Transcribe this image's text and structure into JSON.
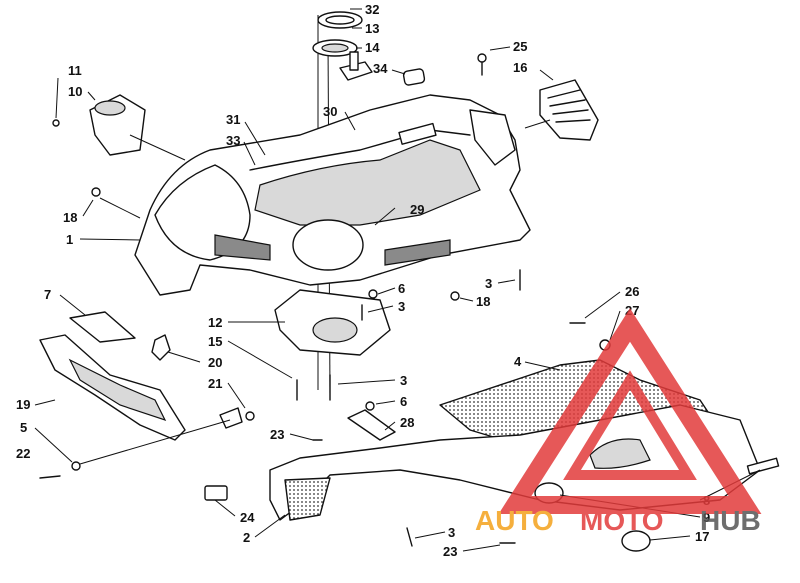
{
  "diagram": {
    "callouts": [
      "32",
      "13",
      "14",
      "34",
      "25",
      "16",
      "11",
      "10",
      "31",
      "33",
      "30",
      "18",
      "29",
      "1",
      "3",
      "18",
      "6",
      "3",
      "7",
      "12",
      "15",
      "20",
      "21",
      "3",
      "19",
      "26",
      "27",
      "4",
      "6",
      "28",
      "23",
      "5",
      "22",
      "24",
      "2",
      "3",
      "23",
      "8",
      "9",
      "17"
    ]
  },
  "watermark": {
    "text_a": "AUTO",
    "text_b": "MOTO",
    "text_c": "HUB",
    "color_red": "#e23b3b",
    "color_orange": "#f4a21c",
    "color_gray": "#555555"
  }
}
